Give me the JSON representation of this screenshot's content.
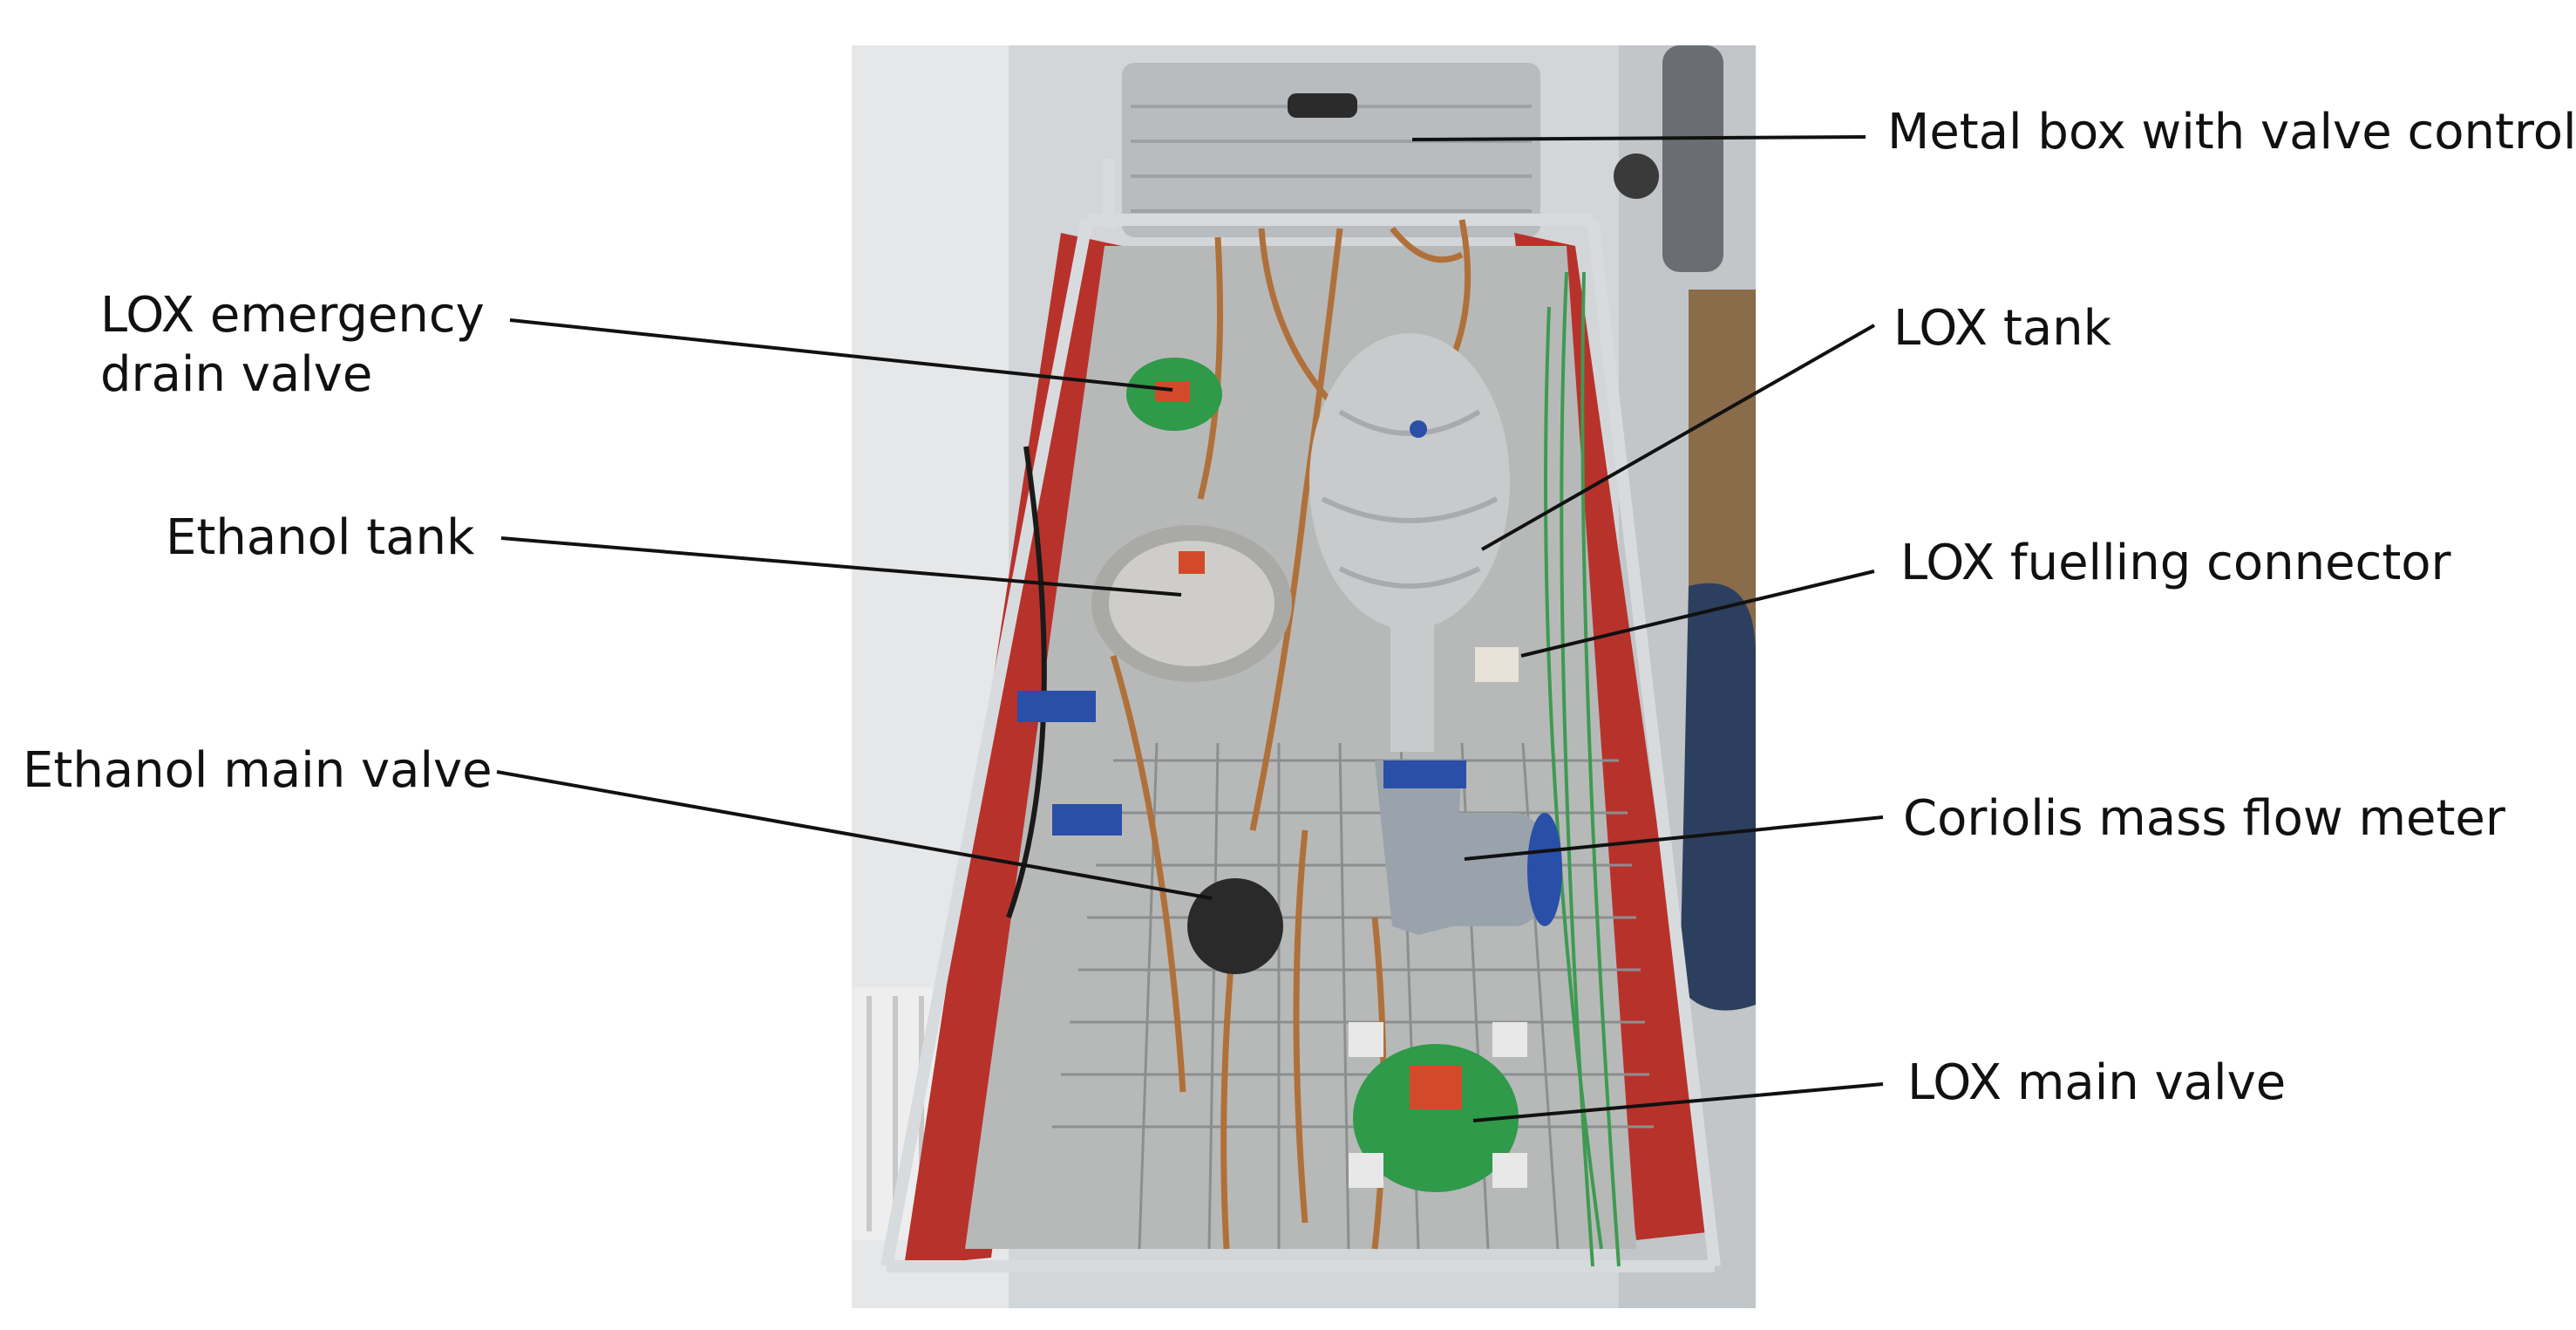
{
  "figure": {
    "photo": {
      "description_icon": "test-bench-photo",
      "colors": {
        "floor": "#c9ccce",
        "frame": "#c0c4c8",
        "red_frame": "#b8322c",
        "copper": "#b0703a",
        "green_valve": "#2e9a4a",
        "foil": "#c8cacc",
        "flowmeter": "#9aa2ab",
        "blue": "#2a4fa8"
      }
    },
    "labels": {
      "metal_box": "Metal box with valve control",
      "lox_emergency_line1": "LOX emergency",
      "lox_emergency_line2": "drain valve",
      "lox_tank": "LOX tank",
      "ethanol_tank": "Ethanol tank",
      "lox_fuelling": "LOX fuelling connector",
      "ethanol_main_valve": "Ethanol main valve",
      "coriolis": "Coriolis mass flow meter",
      "lox_main_valve": "LOX main valve"
    }
  }
}
